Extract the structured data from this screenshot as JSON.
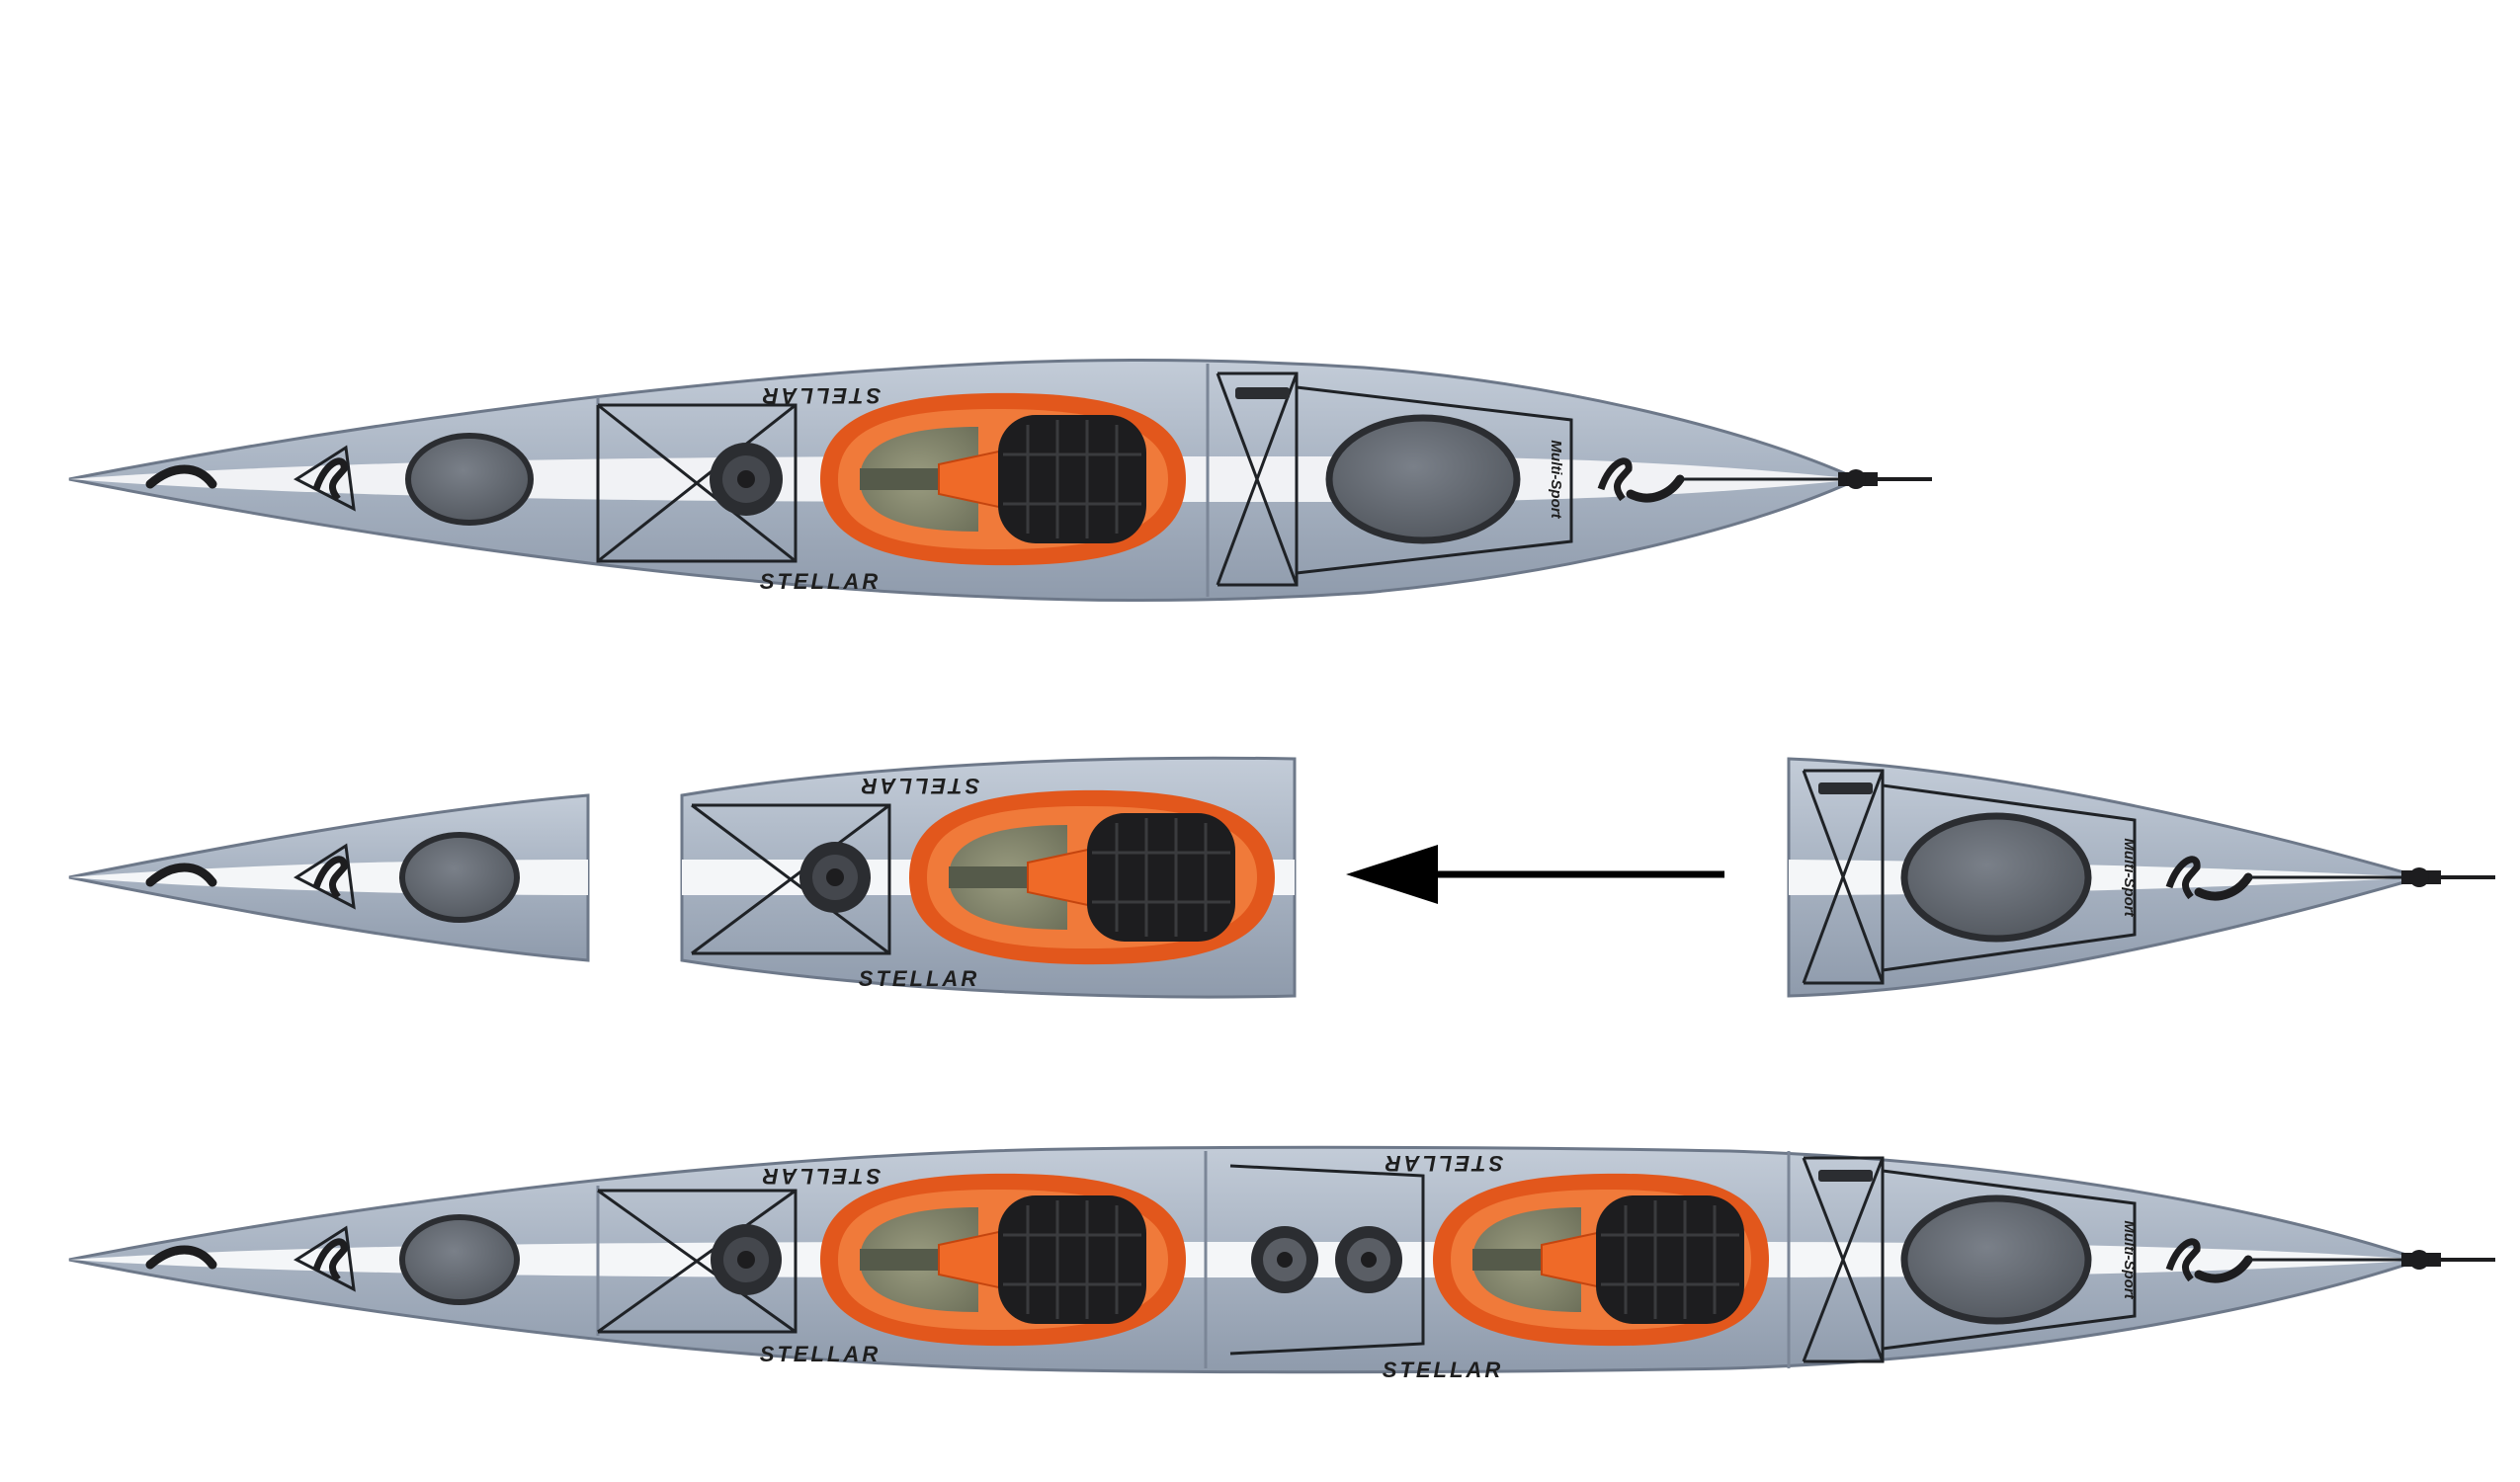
{
  "image": {
    "description_free": true,
    "colors": {
      "background": "#ffffff",
      "hull": "#a9b4c3",
      "hull_dark": "#8e9aab",
      "hull_light": "#c9d1dc",
      "stripe": "#f4f6f8",
      "cockpit_rim": "#e2571c",
      "cockpit_inner": "#ef6a28",
      "cockpit_floor": "#7e8266",
      "seat": "#1d1d1f",
      "hatch": "#5d626a",
      "hatch_rim": "#2b2d31",
      "rigging": "#1f2226",
      "arrow": "#000000"
    }
  },
  "kayaks": {
    "single": {
      "brand_text": "STELLAR",
      "model_text": "Multi-Sport"
    },
    "sections": {
      "brand_text": "STELLAR",
      "model_text": "Multi-Sport"
    },
    "tandem": {
      "brand_text": "STELLAR",
      "model_text": "Multi-Sport"
    }
  },
  "icons": {
    "arrow": "arrow-left-icon",
    "logo": "stellar-swirl-logo-icon",
    "hatch": "round-hatch-icon",
    "handle": "carry-handle-icon",
    "rudder": "rudder-icon"
  }
}
